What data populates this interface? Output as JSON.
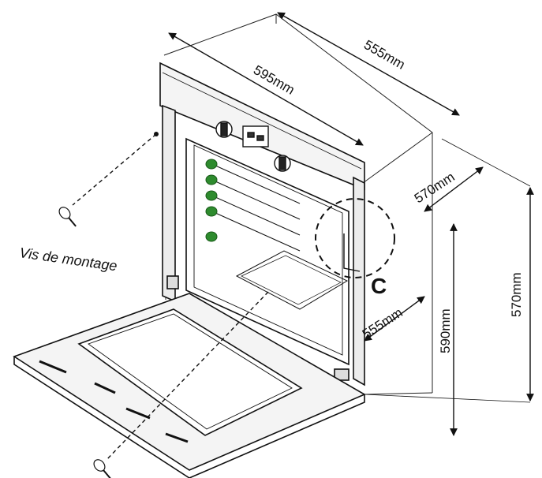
{
  "labels": {
    "width_top": "555mm",
    "width_front": "595mm",
    "depth_right": "570mm",
    "cavity_depth": "555mm",
    "cavity_height": "590mm",
    "overall_height": "570mm",
    "detail_marker": "C",
    "screws_note": "Vis de montage"
  },
  "colors": {
    "line": "#111111",
    "knob_green": "#2e8b2e",
    "fill_light": "#f4f4f4"
  }
}
